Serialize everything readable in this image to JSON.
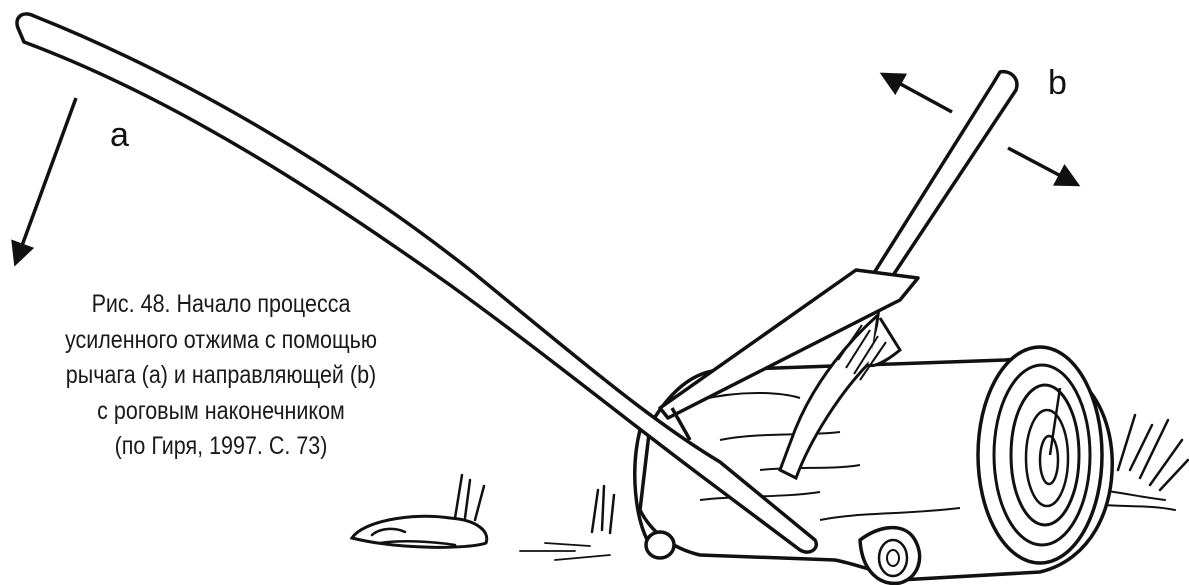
{
  "labels": {
    "lever": "a",
    "guide": "b"
  },
  "caption": {
    "line1": "Рис. 48. Начало процесса",
    "line2": "усиленного отжима с помощью",
    "line3": "рычага (a) и направляющей (b)",
    "line4": "с роговым наконечником",
    "line5": "(по Гиря, 1997. С. 73)"
  },
  "colors": {
    "ink": "#111111",
    "paper": "#ffffff"
  }
}
